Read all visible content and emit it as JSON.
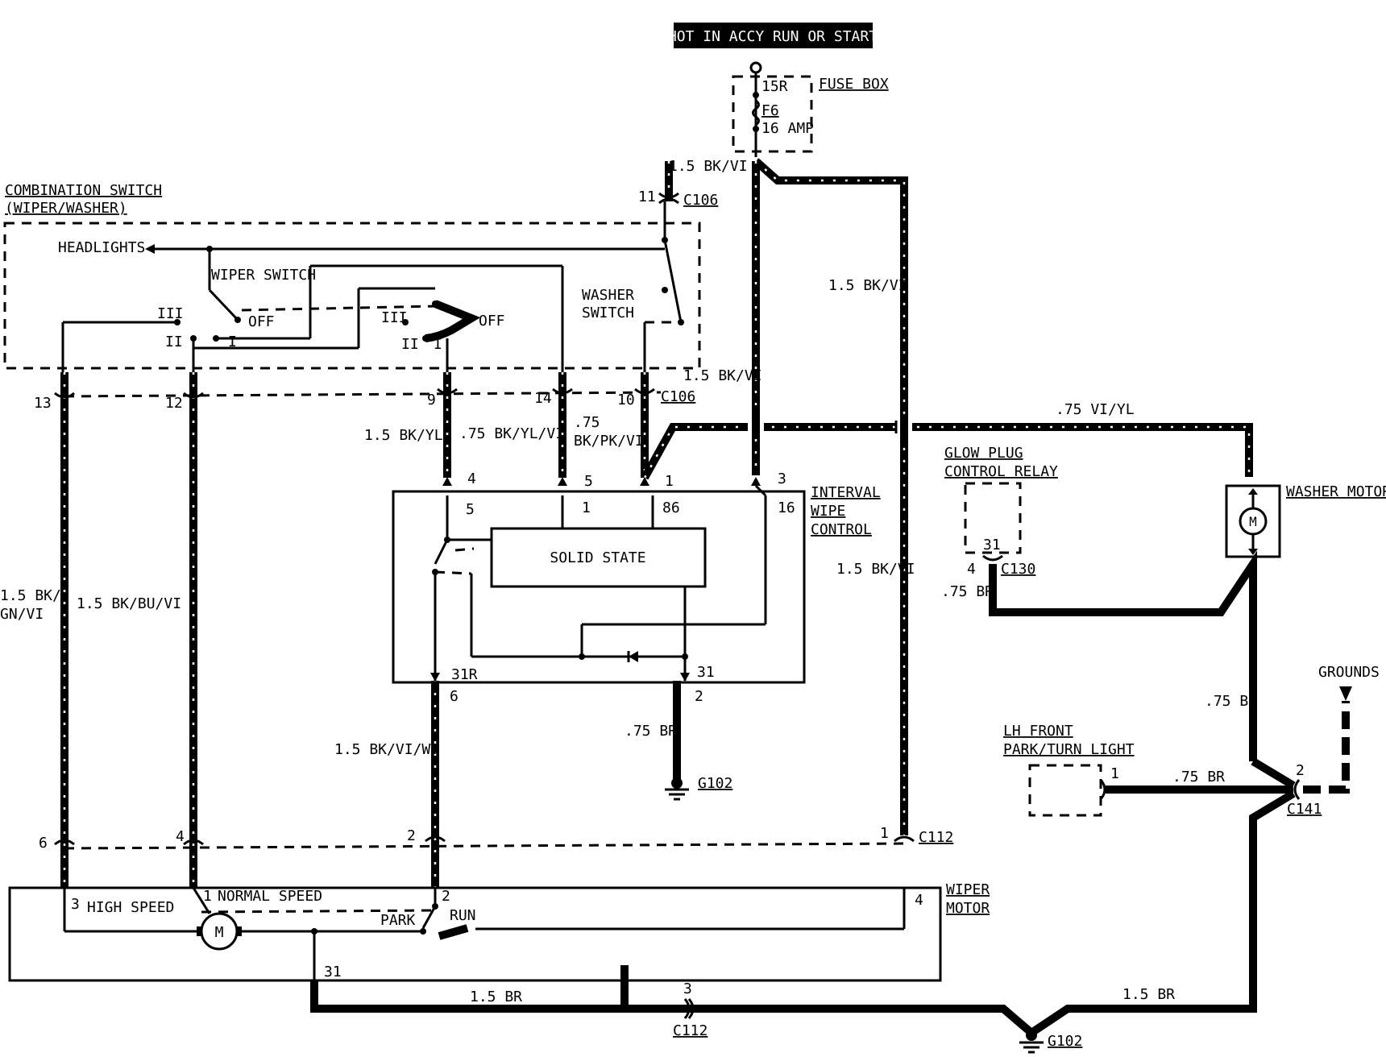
{
  "title": "HOT IN ACCY RUN OR START",
  "fuse_box": {
    "label": "FUSE BOX",
    "terminal": "15R",
    "fuse": "F6",
    "rating": "16 AMP"
  },
  "combination_switch": {
    "label_line1": "COMBINATION SWITCH",
    "label_line2": "(WIPER/WASHER)",
    "headlights": "HEADLIGHTS",
    "wiper_switch": "WIPER SWITCH",
    "washer_switch_line1": "WASHER",
    "washer_switch_line2": "SWITCH",
    "pos_iii": "III",
    "pos_ii": "II",
    "pos_i": "I",
    "pos_off": "OFF"
  },
  "interval_wipe_control": {
    "label_line1": "INTERVAL",
    "label_line2": "WIPE",
    "label_line3": "CONTROL",
    "solid_state": "SOLID STATE",
    "pins": {
      "p5": "5",
      "p1": "1",
      "p86": "86",
      "p16": "16",
      "p31r": "31R",
      "p31": "31"
    }
  },
  "glow_plug_relay": {
    "label_line1": "GLOW PLUG",
    "label_line2": "CONTROL RELAY",
    "pin": "31"
  },
  "washer_motor": {
    "label": "WASHER MOTOR",
    "symbol": "M"
  },
  "lh_front_light": {
    "label_line1": "LH FRONT",
    "label_line2": "PARK/TURN LIGHT"
  },
  "grounds_label": "GROUNDS",
  "wiper_motor": {
    "label_line1": "WIPER",
    "label_line2": "MOTOR",
    "high_speed": "HIGH SPEED",
    "normal_speed": "NORMAL SPEED",
    "park": "PARK",
    "run": "RUN",
    "symbol": "M"
  },
  "connectors": {
    "c106": "C106",
    "c112": "C112",
    "c130": "C130",
    "c141": "C141",
    "g102": "G102"
  },
  "pins": {
    "p11": "11",
    "p13": "13",
    "p12": "12",
    "p9": "9",
    "p14": "14",
    "p10": "10",
    "p4": "4",
    "p5": "5",
    "p1": "1",
    "p3": "3",
    "p6": "6",
    "p2": "2",
    "p31": "31"
  },
  "wires": {
    "bk_vi_15": "1.5 BK/VI",
    "bk_gn_vi_l1": "1.5 BK/",
    "bk_gn_vi_l2": "GN/VI",
    "bk_bu_vi": "1.5 BK/BU/VI",
    "bk_yl": "1.5 BK/YL",
    "bk_yl_vi": ".75 BK/YL/VI",
    "bk_pk_vi_l1": ".75",
    "bk_pk_vi_l2": "BK/PK/VI",
    "vi_yl": ".75 VI/YL",
    "br_075": ".75 BR",
    "bk_vi_wt": "1.5 BK/VI/WT",
    "br_15": "1.5 BR"
  }
}
